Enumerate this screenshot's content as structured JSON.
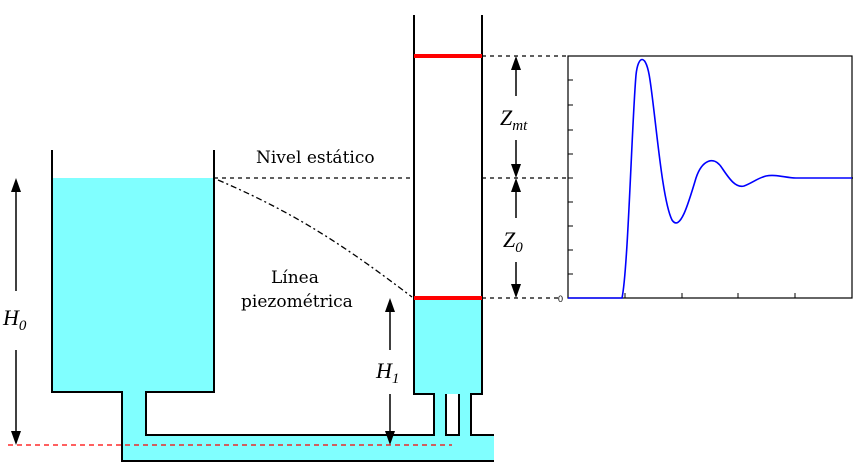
{
  "labels": {
    "nivel_estatico": "Nivel estático",
    "linea_line1": "Línea",
    "linea_line2": "piezométrica",
    "h0_main": "H",
    "h0_sub": "0",
    "h1_main": "H",
    "h1_sub": "1",
    "zmt_main": "Z",
    "zmt_sub": "mt",
    "z0_main": "Z",
    "z0_sub": "0",
    "graph_origin": "0"
  },
  "colors": {
    "water": "#80ffff",
    "outline": "#000000",
    "level_marker": "#ff0000",
    "datum_line": "#ff0000",
    "response_curve": "#0000ff"
  },
  "chart_data": {
    "type": "line",
    "description_of_shape": "damped oscillation of surge tank water level",
    "series": [
      {
        "x": [
          0,
          0.2,
          0.25,
          0.3,
          0.45,
          0.55,
          0.65,
          0.75,
          0.85,
          0.95,
          1.0
        ],
        "y": [
          0,
          0,
          1.0,
          2.0,
          1.0,
          1.2,
          0.95,
          1.05,
          1.0,
          1.0,
          1.0
        ]
      }
    ]
  }
}
